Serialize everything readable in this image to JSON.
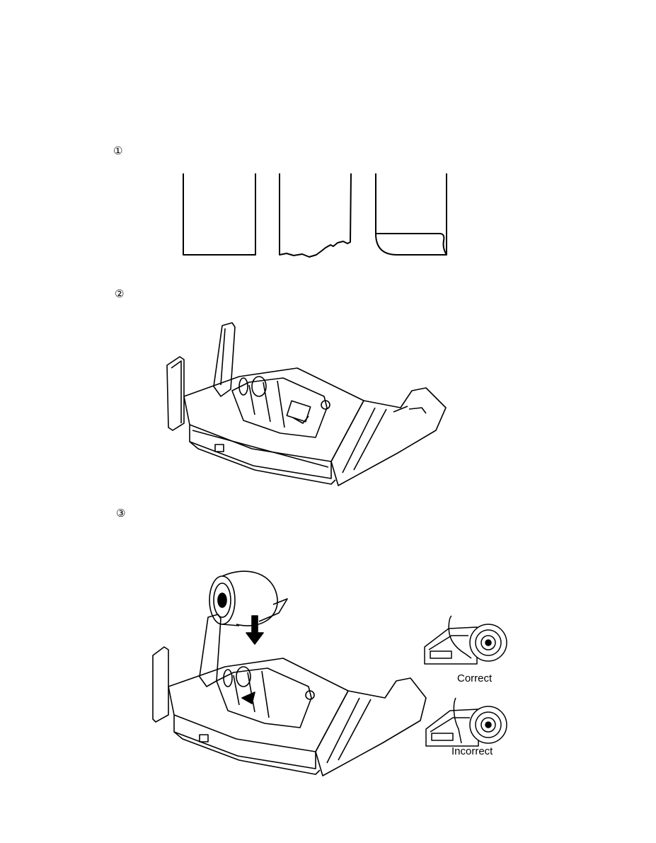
{
  "steps": [
    {
      "marker": "①"
    },
    {
      "marker": "②"
    },
    {
      "marker": "③"
    }
  ],
  "roll_orientation": {
    "correct_label": "Correct",
    "incorrect_label": "Incorrect"
  }
}
